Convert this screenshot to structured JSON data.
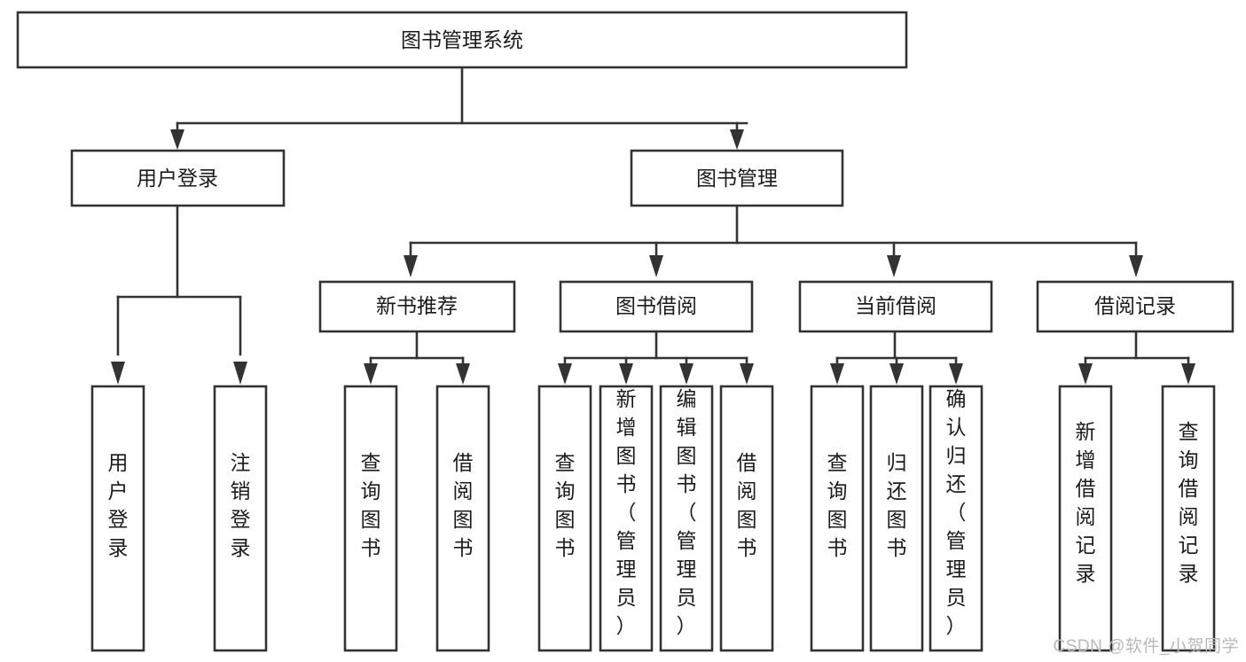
{
  "diagram": {
    "type": "tree",
    "title": "图书管理系统",
    "watermark": "CSDN @软件_小贺同学",
    "colors": {
      "stroke": "#333333",
      "fill": "#ffffff",
      "text": "#1b1b1b",
      "watermark": "#b9b9b9"
    },
    "root": {
      "label": "图书管理系统",
      "orientation": "horizontal"
    },
    "level1": [
      {
        "label": "用户登录",
        "orientation": "horizontal"
      },
      {
        "label": "图书管理",
        "orientation": "horizontal"
      }
    ],
    "level2": [
      {
        "label": "新书推荐",
        "orientation": "horizontal",
        "parent": "图书管理"
      },
      {
        "label": "图书借阅",
        "orientation": "horizontal",
        "parent": "图书管理"
      },
      {
        "label": "当前借阅",
        "orientation": "horizontal",
        "parent": "图书管理"
      },
      {
        "label": "借阅记录",
        "orientation": "horizontal",
        "parent": "图书管理"
      }
    ],
    "leaves": {
      "user_login": [
        {
          "label": "用户登录",
          "orientation": "vertical"
        },
        {
          "label": "注销登录",
          "orientation": "vertical"
        }
      ],
      "new_book_recommend": [
        {
          "label": "查询图书",
          "orientation": "vertical"
        },
        {
          "label": "借阅图书",
          "orientation": "vertical"
        }
      ],
      "book_borrow": [
        {
          "label": "查询图书",
          "orientation": "vertical"
        },
        {
          "label": "新增图书（管理员）",
          "orientation": "vertical"
        },
        {
          "label": "编辑图书（管理员）",
          "orientation": "vertical"
        },
        {
          "label": "借阅图书",
          "orientation": "vertical"
        }
      ],
      "current_borrow": [
        {
          "label": "查询图书",
          "orientation": "vertical"
        },
        {
          "label": "归还图书",
          "orientation": "vertical"
        },
        {
          "label": "确认归还（管理员）",
          "orientation": "vertical"
        }
      ],
      "borrow_record": [
        {
          "label": "新增借阅记录",
          "orientation": "vertical"
        },
        {
          "label": "查询借阅记录",
          "orientation": "vertical"
        }
      ]
    }
  }
}
